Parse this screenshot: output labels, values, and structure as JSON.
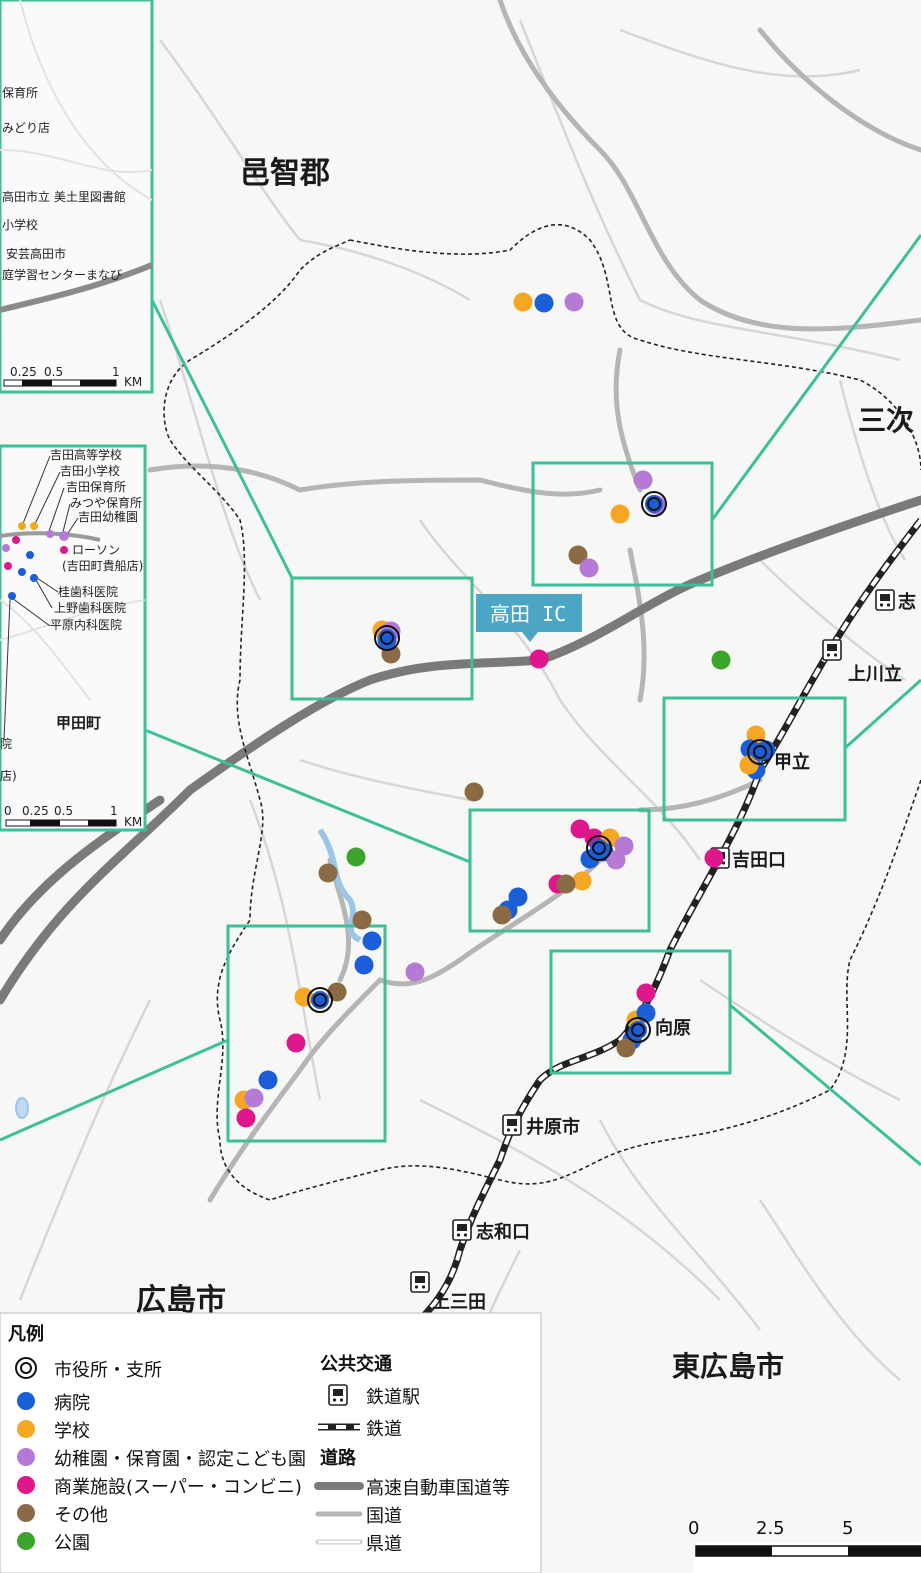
{
  "colors": {
    "hospital": "#1a5ed8",
    "school": "#f5a623",
    "kinder": "#b57ad6",
    "commercial": "#e0168c",
    "other": "#8b6b45",
    "park": "#3aa52a",
    "frame": "#3cbf9a",
    "ic_badge": "#4aa6c4"
  },
  "place_labels": {
    "akitakata_gun": "邑智郡",
    "miyoshi": "三次",
    "hiroshima": "広島市",
    "higashihiroshima": "東広島市",
    "koda_town": "甲田町"
  },
  "ic_label": "高田 IC",
  "stations": {
    "kouta": "甲立",
    "yoshidaguchi": "吉田口",
    "mukaihara": "向原",
    "iharashi": "井原市",
    "shiwaguchi": "志和口",
    "kamimisa": "上三田",
    "kamikawatachi": "上川立",
    "shi": "志"
  },
  "inset_top_labels": [
    "保育所",
    "みどり店",
    "高田市立 美土里図書館",
    "小学校",
    "安芸高田市",
    "庭学習センターまなび"
  ],
  "inset_top_scale": [
    "0.25",
    "0.5",
    "1",
    "KM"
  ],
  "inset_left_labels": [
    "吉田高等学校",
    "吉田小学校",
    "吉田保育所",
    "みつや保育所",
    "吉田幼稚園",
    "ローソン",
    "(吉田町貴船店)",
    "桂歯科医院",
    "上野歯科医院",
    "平原内科医院"
  ],
  "inset_left_scale": [
    "0",
    "0.25",
    "0.5",
    "1",
    "KM"
  ],
  "inset_left_edge": [
    "院",
    "店)"
  ],
  "legend": {
    "title": "凡例",
    "facilities": [
      "市役所・支所",
      "病院",
      "学校",
      "幼稚園・保育園・認定こども園",
      "商業施設(スーパー・コンビニ)",
      "その他",
      "公園"
    ],
    "transport_title": "公共交通",
    "station": "鉄道駅",
    "railway": "鉄道",
    "road_title": "道路",
    "expressway": "高速自動車国道等",
    "national_road": "国道",
    "prefectural_road": "県道"
  },
  "scalebar": [
    "0",
    "2.5",
    "5"
  ]
}
